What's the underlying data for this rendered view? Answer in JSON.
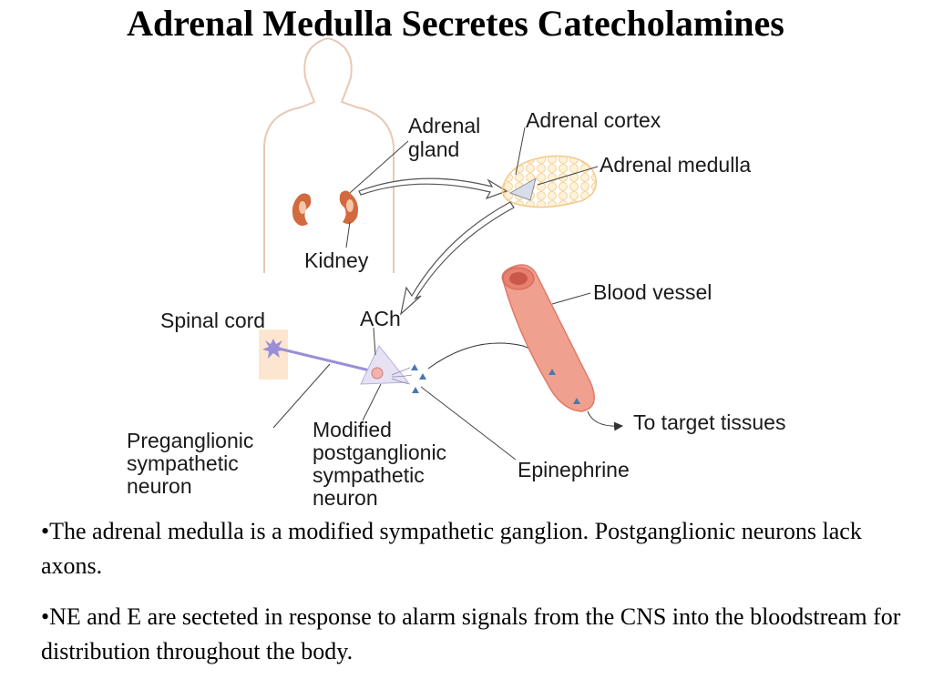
{
  "title": "Adrenal Medulla Secretes Catecholamines",
  "labels": {
    "adrenal_gland": [
      "Adrenal",
      "gland"
    ],
    "adrenal_cortex": "Adrenal cortex",
    "adrenal_medulla": "Adrenal medulla",
    "kidney": "Kidney",
    "spinal_cord": "Spinal cord",
    "ach": "ACh",
    "blood_vessel": "Blood vessel",
    "to_target": "To target tissues",
    "preganglionic": [
      "Preganglionic",
      "sympathetic",
      "neuron"
    ],
    "modified": [
      "Modified",
      "postganglionic",
      "sympathetic",
      "neuron"
    ],
    "epinephrine": "Epinephrine"
  },
  "bullets": [
    "•The adrenal medulla is a modified sympathetic ganglion. Postganglionic neurons lack axons.",
    "•NE and E are secteted in response to alarm signals from the CNS into the bloodstream for distribution throughout the body."
  ],
  "colors": {
    "body_outline": "#e8c9b5",
    "kidney": "#d2693f",
    "gland_fill": "#fce3b4",
    "vessel": "#f0a08f",
    "neuron": "#a79bd0",
    "epinephrine": "#4a78b0"
  }
}
